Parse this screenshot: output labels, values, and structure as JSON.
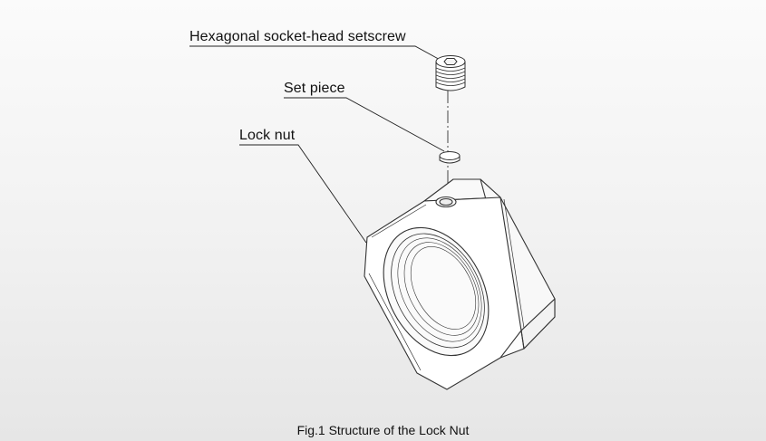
{
  "labels": {
    "setscrew": "Hexagonal socket-head setscrew",
    "set_piece": "Set piece",
    "lock_nut": "Lock nut"
  },
  "caption": "Fig.1 Structure of the Lock Nut"
}
